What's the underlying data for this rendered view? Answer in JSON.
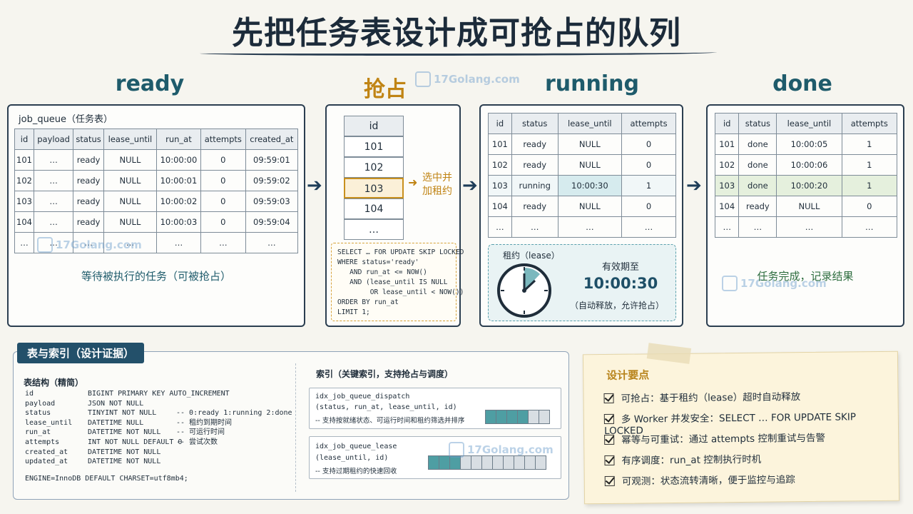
{
  "title": "先把任务表设计成可抢占的队列",
  "stages": {
    "ready": "ready",
    "grab": "抢占",
    "running": "running",
    "done": "done"
  },
  "ready_panel": {
    "caption": "job_queue（任务表）",
    "headers": [
      "id",
      "payload",
      "status",
      "lease_until",
      "run_at",
      "attempts",
      "created_at"
    ],
    "rows": [
      [
        "101",
        "…",
        "ready",
        "NULL",
        "10:00:00",
        "0",
        "09:59:01"
      ],
      [
        "102",
        "…",
        "ready",
        "NULL",
        "10:00:01",
        "0",
        "09:59:02"
      ],
      [
        "103",
        "…",
        "ready",
        "NULL",
        "10:00:02",
        "0",
        "09:59:03"
      ],
      [
        "104",
        "…",
        "ready",
        "NULL",
        "10:00:03",
        "0",
        "09:59:04"
      ],
      [
        "…",
        "…",
        "…",
        "…",
        "…",
        "…",
        "…"
      ]
    ],
    "note": "等待被执行的任务（可被抢占）"
  },
  "grab_panel": {
    "header": "id",
    "ids": [
      "101",
      "102",
      "103",
      "104",
      "…"
    ],
    "selected_label": "选中并\n加租约",
    "sql": "SELECT … FOR UPDATE SKIP LOCKED\nWHERE status='ready'\n   AND run_at <= NOW()\n   AND (lease_until IS NULL\n        OR lease_until < NOW())\nORDER BY run_at\nLIMIT 1;"
  },
  "running_panel": {
    "headers": [
      "id",
      "status",
      "lease_until",
      "attempts"
    ],
    "rows": [
      [
        "101",
        "ready",
        "NULL",
        "0"
      ],
      [
        "102",
        "ready",
        "NULL",
        "0"
      ],
      [
        "103",
        "running",
        "10:00:30",
        "1"
      ],
      [
        "104",
        "ready",
        "NULL",
        "0"
      ],
      [
        "…",
        "…",
        "…",
        "…"
      ]
    ],
    "lease_title": "租约（lease）",
    "valid_until_label": "有效期至",
    "valid_until_time": "10:00:30",
    "lease_note": "（自动释放，允许抢占）"
  },
  "done_panel": {
    "headers": [
      "id",
      "status",
      "lease_until",
      "attempts"
    ],
    "rows": [
      [
        "101",
        "done",
        "10:00:05",
        "1"
      ],
      [
        "102",
        "done",
        "10:00:06",
        "1"
      ],
      [
        "103",
        "done",
        "10:00:20",
        "1"
      ],
      [
        "104",
        "ready",
        "NULL",
        "0"
      ],
      [
        "…",
        "…",
        "…",
        "…"
      ]
    ],
    "note": "任务完成，记录结果"
  },
  "schema": {
    "tab": "表与索引（设计证据）",
    "structure_title": "表结构（精简）",
    "columns": [
      [
        "id",
        "BIGINT PRIMARY KEY AUTO_INCREMENT",
        ""
      ],
      [
        "payload",
        "JSON NOT NULL",
        ""
      ],
      [
        "status",
        "TINYINT NOT NULL",
        "-- 0:ready 1:running 2:done"
      ],
      [
        "lease_until",
        "DATETIME NULL",
        "-- 租约到期时间"
      ],
      [
        "run_at",
        "DATETIME NOT NULL",
        "-- 可运行时间"
      ],
      [
        "attempts",
        "INT NOT NULL DEFAULT 0",
        "-- 尝试次数"
      ],
      [
        "created_at",
        "DATETIME NOT NULL",
        ""
      ],
      [
        "updated_at",
        "DATETIME NOT NULL",
        ""
      ]
    ],
    "engine": "ENGINE=InnoDB DEFAULT CHARSET=utf8mb4;",
    "index_title": "索引（关键索引，支持抢占与调度）",
    "indexes": [
      {
        "name": "idx_job_queue_dispatch",
        "cols": "(status, run_at, lease_until, id)",
        "desc": "-- 支持按就绪状态、可运行时间和租约筛选并排序"
      },
      {
        "name": "idx_job_queue_lease",
        "cols": "(lease_until, id)",
        "desc": "-- 支持过期租约的快速回收"
      }
    ]
  },
  "notes": {
    "title": "设计要点",
    "items": [
      "可抢占：基于租约（lease）超时自动释放",
      "多 Worker 并发安全：SELECT … FOR UPDATE SKIP LOCKED",
      "幂等与可重试：通过 attempts 控制重试与告警",
      "有序调度：run_at 控制执行时机",
      "可观测：状态流转清晰，便于监控与追踪"
    ]
  },
  "watermark": {
    "text": "17Golang.com"
  },
  "colors": {
    "teal": "#1e5b6b",
    "amber": "#c08414",
    "navy": "#23506a"
  }
}
